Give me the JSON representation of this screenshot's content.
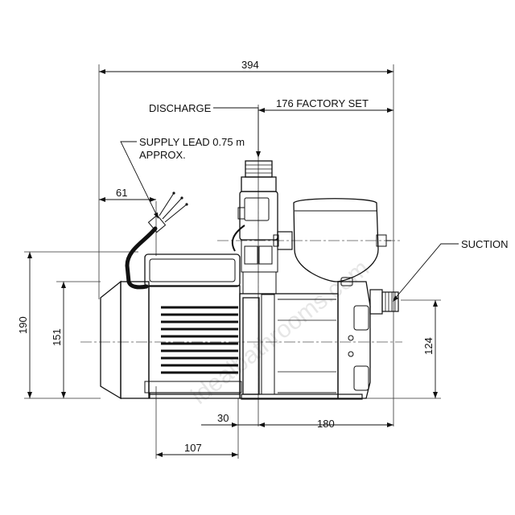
{
  "labels": {
    "discharge": "DISCHARGE",
    "supply_line1": "SUPPLY LEAD 0.75 m",
    "supply_line2": "APPROX.",
    "suction": "SUCTION"
  },
  "dimensions": {
    "overall_width": "394",
    "factory_set": "176 FACTORY SET",
    "lead_offset": "61",
    "height_total": "190",
    "height_motor": "151",
    "height_suction": "124",
    "base_30": "30",
    "base_180": "180",
    "base_107": "107"
  },
  "watermark": "idealbathrooms.com",
  "colors": {
    "line": "#111111",
    "background": "#ffffff"
  }
}
